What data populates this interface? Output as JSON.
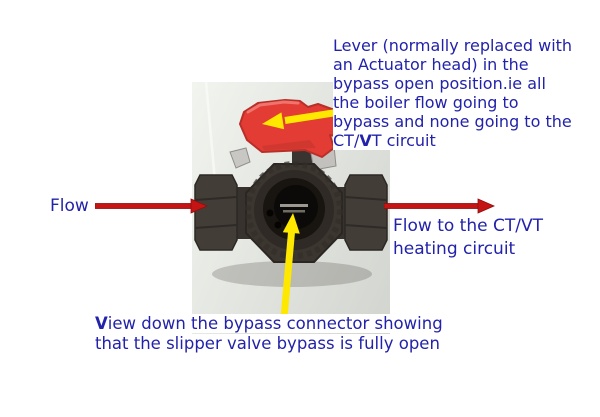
{
  "colors": {
    "text_blue": "#2222aa",
    "arrow_red": "#c51414",
    "arrow_yellow": "#ffe800",
    "lever_red": "#e23c35"
  },
  "lever_note": {
    "lines": [
      "Lever (normally replaced with",
      "an Actuator head) in the",
      "bypass open position.ie all",
      "the boiler flow going to",
      "bypass and none going to the"
    ],
    "line6_prefix": "CT/",
    "line6_bold": "V",
    "line6_suffix": "T circuit"
  },
  "flow_left": {
    "label": "Flow"
  },
  "flow_right": {
    "line1": "Flow to the CT/VT",
    "line2": "heating circuit"
  },
  "bypass_note": {
    "line1_bold": "V",
    "line1_rest": "iew down the bypass connector showing",
    "line2": "that the slipper valve bypass is fully open"
  },
  "icons": {
    "left_arrow": "red-right-arrow",
    "right_arrow": "red-right-arrow",
    "lever_pointer": "yellow-arrow-to-lever",
    "bypass_pointer": "yellow-arrow-up-bypass"
  }
}
